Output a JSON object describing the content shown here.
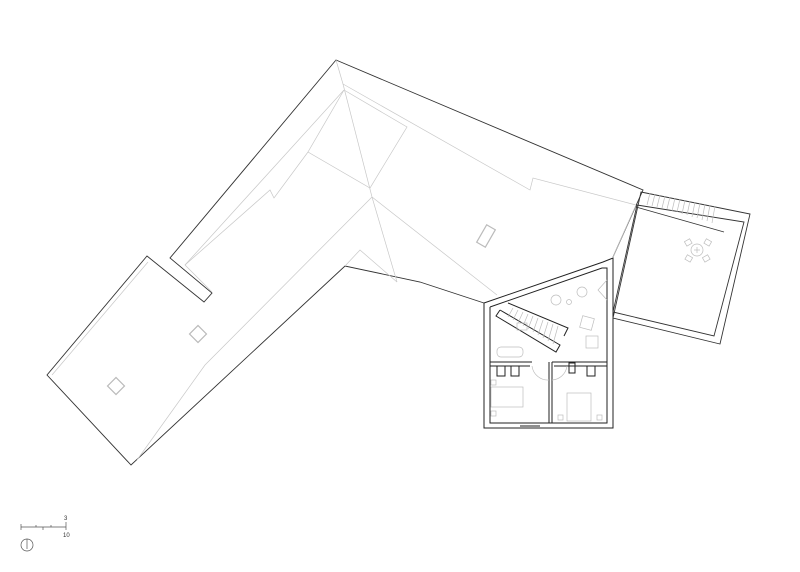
{
  "drawing": {
    "type": "architectural roof / upper floor plan",
    "colors": {
      "outline": "#333333",
      "secondary": "#c8c8c8"
    }
  },
  "scale_bar": {
    "label_top": "3",
    "label_bottom": "10"
  },
  "north_arrow": {
    "icon": "north-arrow-icon"
  }
}
